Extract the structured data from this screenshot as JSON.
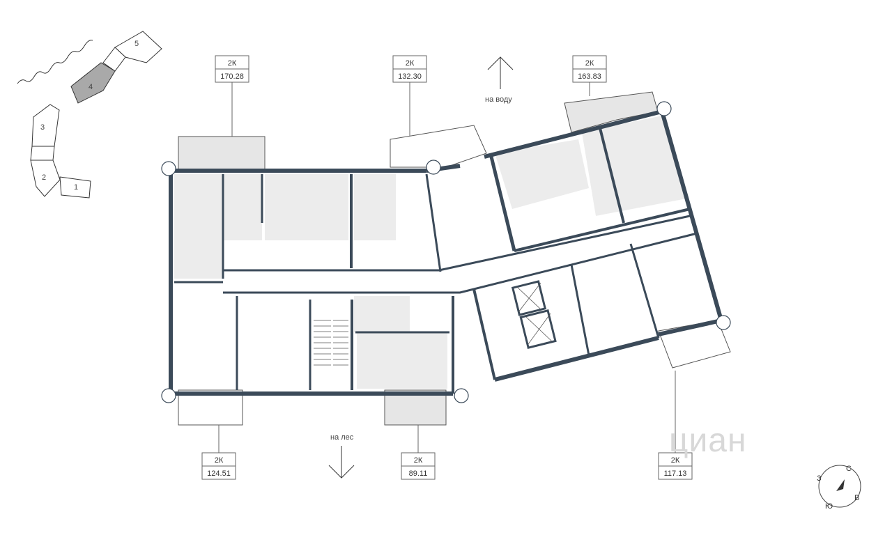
{
  "units": [
    {
      "id": "u1",
      "type": "2К",
      "area": "170.28"
    },
    {
      "id": "u2",
      "type": "2К",
      "area": "132.30"
    },
    {
      "id": "u3",
      "type": "2К",
      "area": "163.83"
    },
    {
      "id": "u4",
      "type": "2К",
      "area": "124.51"
    },
    {
      "id": "u5",
      "type": "2К",
      "area": "89.11"
    },
    {
      "id": "u6",
      "type": "2К",
      "area": "117.13"
    }
  ],
  "directions": {
    "to_water": "на воду",
    "to_forest": "на лес"
  },
  "site_plan": {
    "buildings": [
      "1",
      "2",
      "3",
      "4",
      "5"
    ],
    "selected": "4"
  },
  "compass": {
    "n": "С",
    "e": "В",
    "s": "Ю",
    "w": "З"
  },
  "watermark": "циан",
  "colors": {
    "wall": "#3b4a59",
    "room_fill": "#ececec",
    "selected_building": "#a9a9a9",
    "line": "#666666"
  }
}
